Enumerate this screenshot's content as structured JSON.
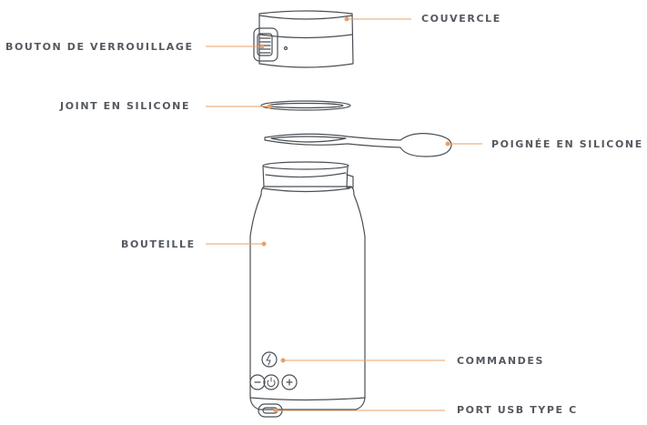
{
  "labels": {
    "couvercle": "COUVERCLE",
    "bouton": "BOUTON DE VERROUILLAGE",
    "joint": "JOINT EN SILICONE",
    "poignee": "POIGNÉE EN SILICONE",
    "bouteille": "BOUTEILLE",
    "commandes": "COMMANDES",
    "usb": "PORT USB TYPE C"
  },
  "colors": {
    "outline": "#4a4f55",
    "leader": "#e8a06a",
    "text": "#55595f"
  },
  "icons": [
    "lightning-icon",
    "minus-icon",
    "power-icon",
    "plus-icon"
  ]
}
